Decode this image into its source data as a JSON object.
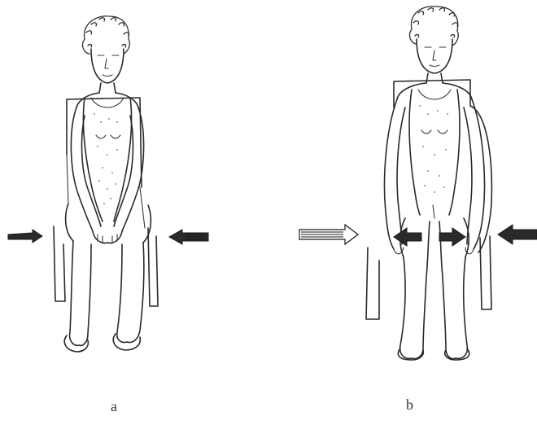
{
  "panels": [
    {
      "id": "a",
      "label": "a",
      "arrows": [
        "inward-left",
        "inward-right"
      ]
    },
    {
      "id": "b",
      "label": "b",
      "arrows": [
        "inward-left",
        "inward-right",
        "outward-knee-left",
        "outward-knee-right"
      ]
    }
  ],
  "colors": {
    "ink": "#2a2a2a",
    "background": "#ffffff"
  }
}
